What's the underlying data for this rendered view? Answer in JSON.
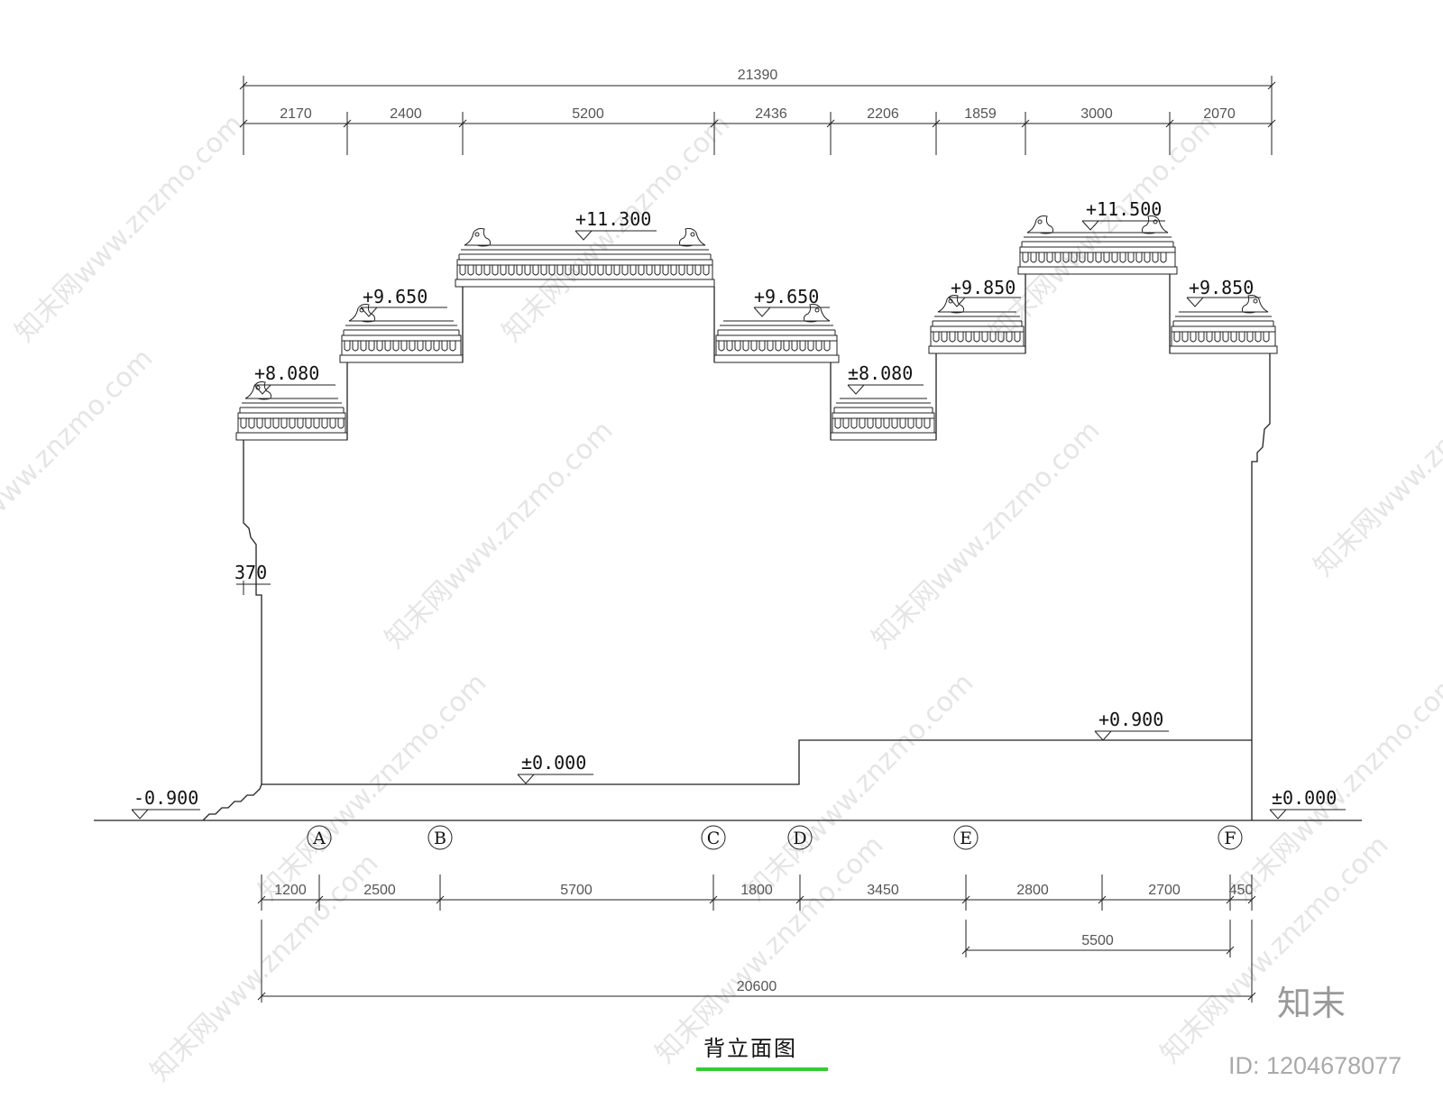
{
  "title": "背立面图",
  "brand": "知末",
  "id_label": "ID: 1204678077",
  "watermark": "知末网www.znzmo.com",
  "top_overall": "21390",
  "top_dims": [
    "2170",
    "2400",
    "5200",
    "2436",
    "2206",
    "1859",
    "3000",
    "2070"
  ],
  "elevations": {
    "e1": "+8.080",
    "e2": "+9.650",
    "e3": "+11.300",
    "e4": "+9.650",
    "e5": "±8.080",
    "e6": "+9.850",
    "e7": "+11.500",
    "e8": "+9.850",
    "floor_mid": "±0.000",
    "floor_right": "+0.900",
    "ground_left": "-0.900",
    "ground_right": "±0.000"
  },
  "side_dim": "370",
  "axes": [
    "A",
    "B",
    "C",
    "D",
    "E",
    "F"
  ],
  "bottom_dims": [
    "1200",
    "2500",
    "5700",
    "1800",
    "3450",
    "2800",
    "2700",
    "450"
  ],
  "sub_dim": "5500",
  "bottom_overall": "20600",
  "colors": {
    "line": "#222222",
    "underline": "#33cc33",
    "dim_text": "#555555"
  }
}
